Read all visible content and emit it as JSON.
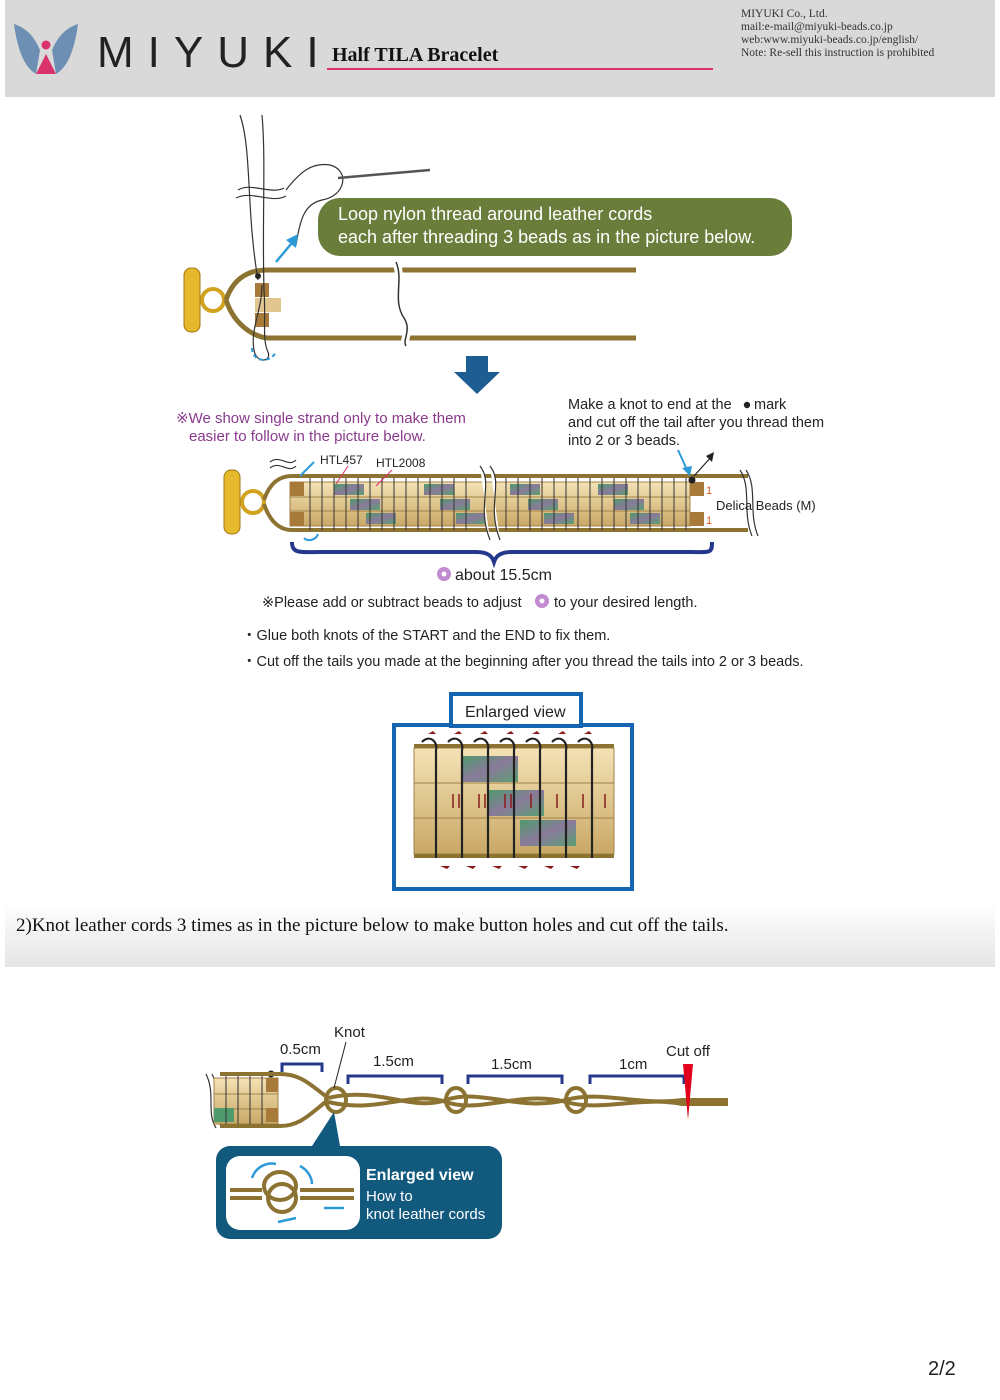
{
  "header": {
    "brand": "MIYUKI",
    "title": "Half TILA Bracelet",
    "company_lines": [
      "MIYUKI Co., Ltd.",
      "mail:e-mail@miyuki-beads.co.jp",
      "web:www.miyuki-beads.co.jp/english/",
      "Note: Re-sell this instruction is prohibited"
    ]
  },
  "step1": {
    "callout_line1": "Loop nylon thread around leather cords",
    "callout_line2": "each after threading  3 beads as in the picture below.",
    "note_single_line1": "※We show single strand only to make them",
    "note_single_line2": "easier to follow in the picture below.",
    "knot_note_line1": "Make a knot to end at the",
    "knot_note_mark": "mark",
    "knot_note_line2": "and cut off the tail after you thread them",
    "knot_note_line3": "into 2 or 3 beads.",
    "label_htl457": "HTL457",
    "label_htl2008": "HTL2008",
    "label_delica": "Delica Beads (M)",
    "delica_count_1": "1",
    "delica_count_2": "1",
    "length_label": "about 15.5cm",
    "adjust_note_pre": "※Please add or subtract beads to adjust",
    "adjust_note_post": "to your desired length.",
    "bullet_glue": "・Glue both knots of the START and the END to fix them.",
    "bullet_cut": "・Cut off the tails you made at the beginning after you thread the tails into 2 or 3 beads.",
    "enlarged_label": "Enlarged view"
  },
  "step2": {
    "instruction": "2)Knot leather cords 3 times as in the picture below to make button holes and cut off the tails.",
    "label_knot": "Knot",
    "dim_1": "0.5cm",
    "dim_2": "1.5cm",
    "dim_3": "1.5cm",
    "dim_4": "1cm",
    "label_cutoff": "Cut off",
    "enlarged_title": "Enlarged view",
    "enlarged_sub1": "How to",
    "enlarged_sub2": "knot leather cords"
  },
  "page_number": "2/2",
  "colors": {
    "brand_pink": "#d9326d",
    "callout_green": "#6b7d3a",
    "navy": "#24388c",
    "arrow_blue": "#1d5d92",
    "cyan": "#33a7e0",
    "leather": "#8c7332",
    "frame_blue": "#1565b0",
    "panel_teal": "#12597e",
    "cut_red": "#e3001b"
  }
}
